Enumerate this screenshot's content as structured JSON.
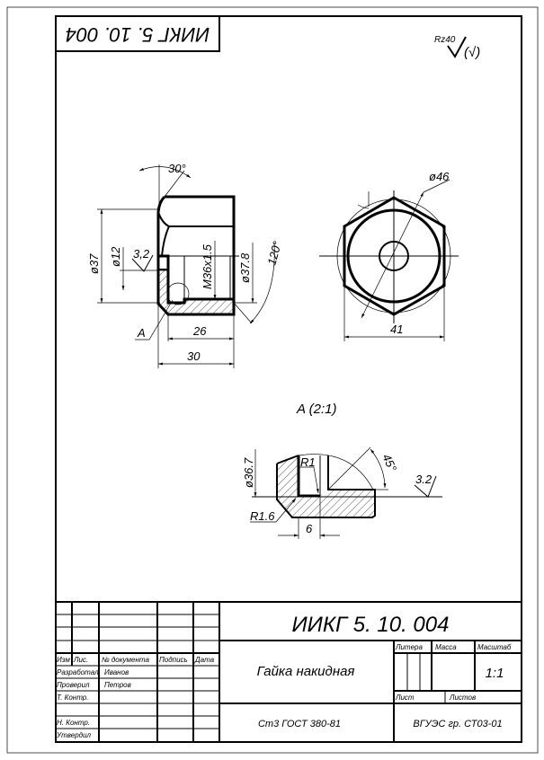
{
  "stamp": {
    "designation_rotated": "ИИКГ 5. 10. 004"
  },
  "roughness": {
    "general": "Rz40",
    "other_mark": "(√)"
  },
  "front_view": {
    "dims": {
      "angle_chamfer": "30°",
      "dia_outer": "ø37",
      "dia_bore": "ø12",
      "rough": "3,2",
      "thread": "M36x1.5",
      "dia_thread": "ø37.8",
      "angle_cone": "120°",
      "len_inner": "26",
      "len_total": "30",
      "detail_ref": "A"
    }
  },
  "side_view": {
    "dims": {
      "dia_circ": "ø46",
      "across_flats": "41"
    }
  },
  "detail": {
    "title": "A (2:1)",
    "dims": {
      "dia": "ø36.7",
      "r1": "R1",
      "angle": "45°",
      "rough": "3.2",
      "r16": "R1.6",
      "width": "6"
    }
  },
  "title_block": {
    "designation": "ИИКГ 5. 10. 004",
    "part_name": "Гайка накидная",
    "material": "Ст3  ГОСТ 380-81",
    "organization": "ВГУЭС гр. СТ03-01",
    "headers": {
      "izm": "Изм",
      "list": "Лис.",
      "doc_no": "№ документа",
      "signature": "Подпись",
      "date": "Дата"
    },
    "roles": {
      "developed": "Разработал",
      "checked": "Проверил",
      "tech_control": "Т. Контр.",
      "norm_control": "Н. Контр.",
      "approved": "Утвердил"
    },
    "names": {
      "developed": "Иванов",
      "checked": "Петров"
    },
    "litera_label": "Литера",
    "mass_label": "Масса",
    "scale_label": "Масштаб",
    "scale_value": "1:1",
    "sheet_label": "Лист",
    "sheets_label": "Листов"
  }
}
